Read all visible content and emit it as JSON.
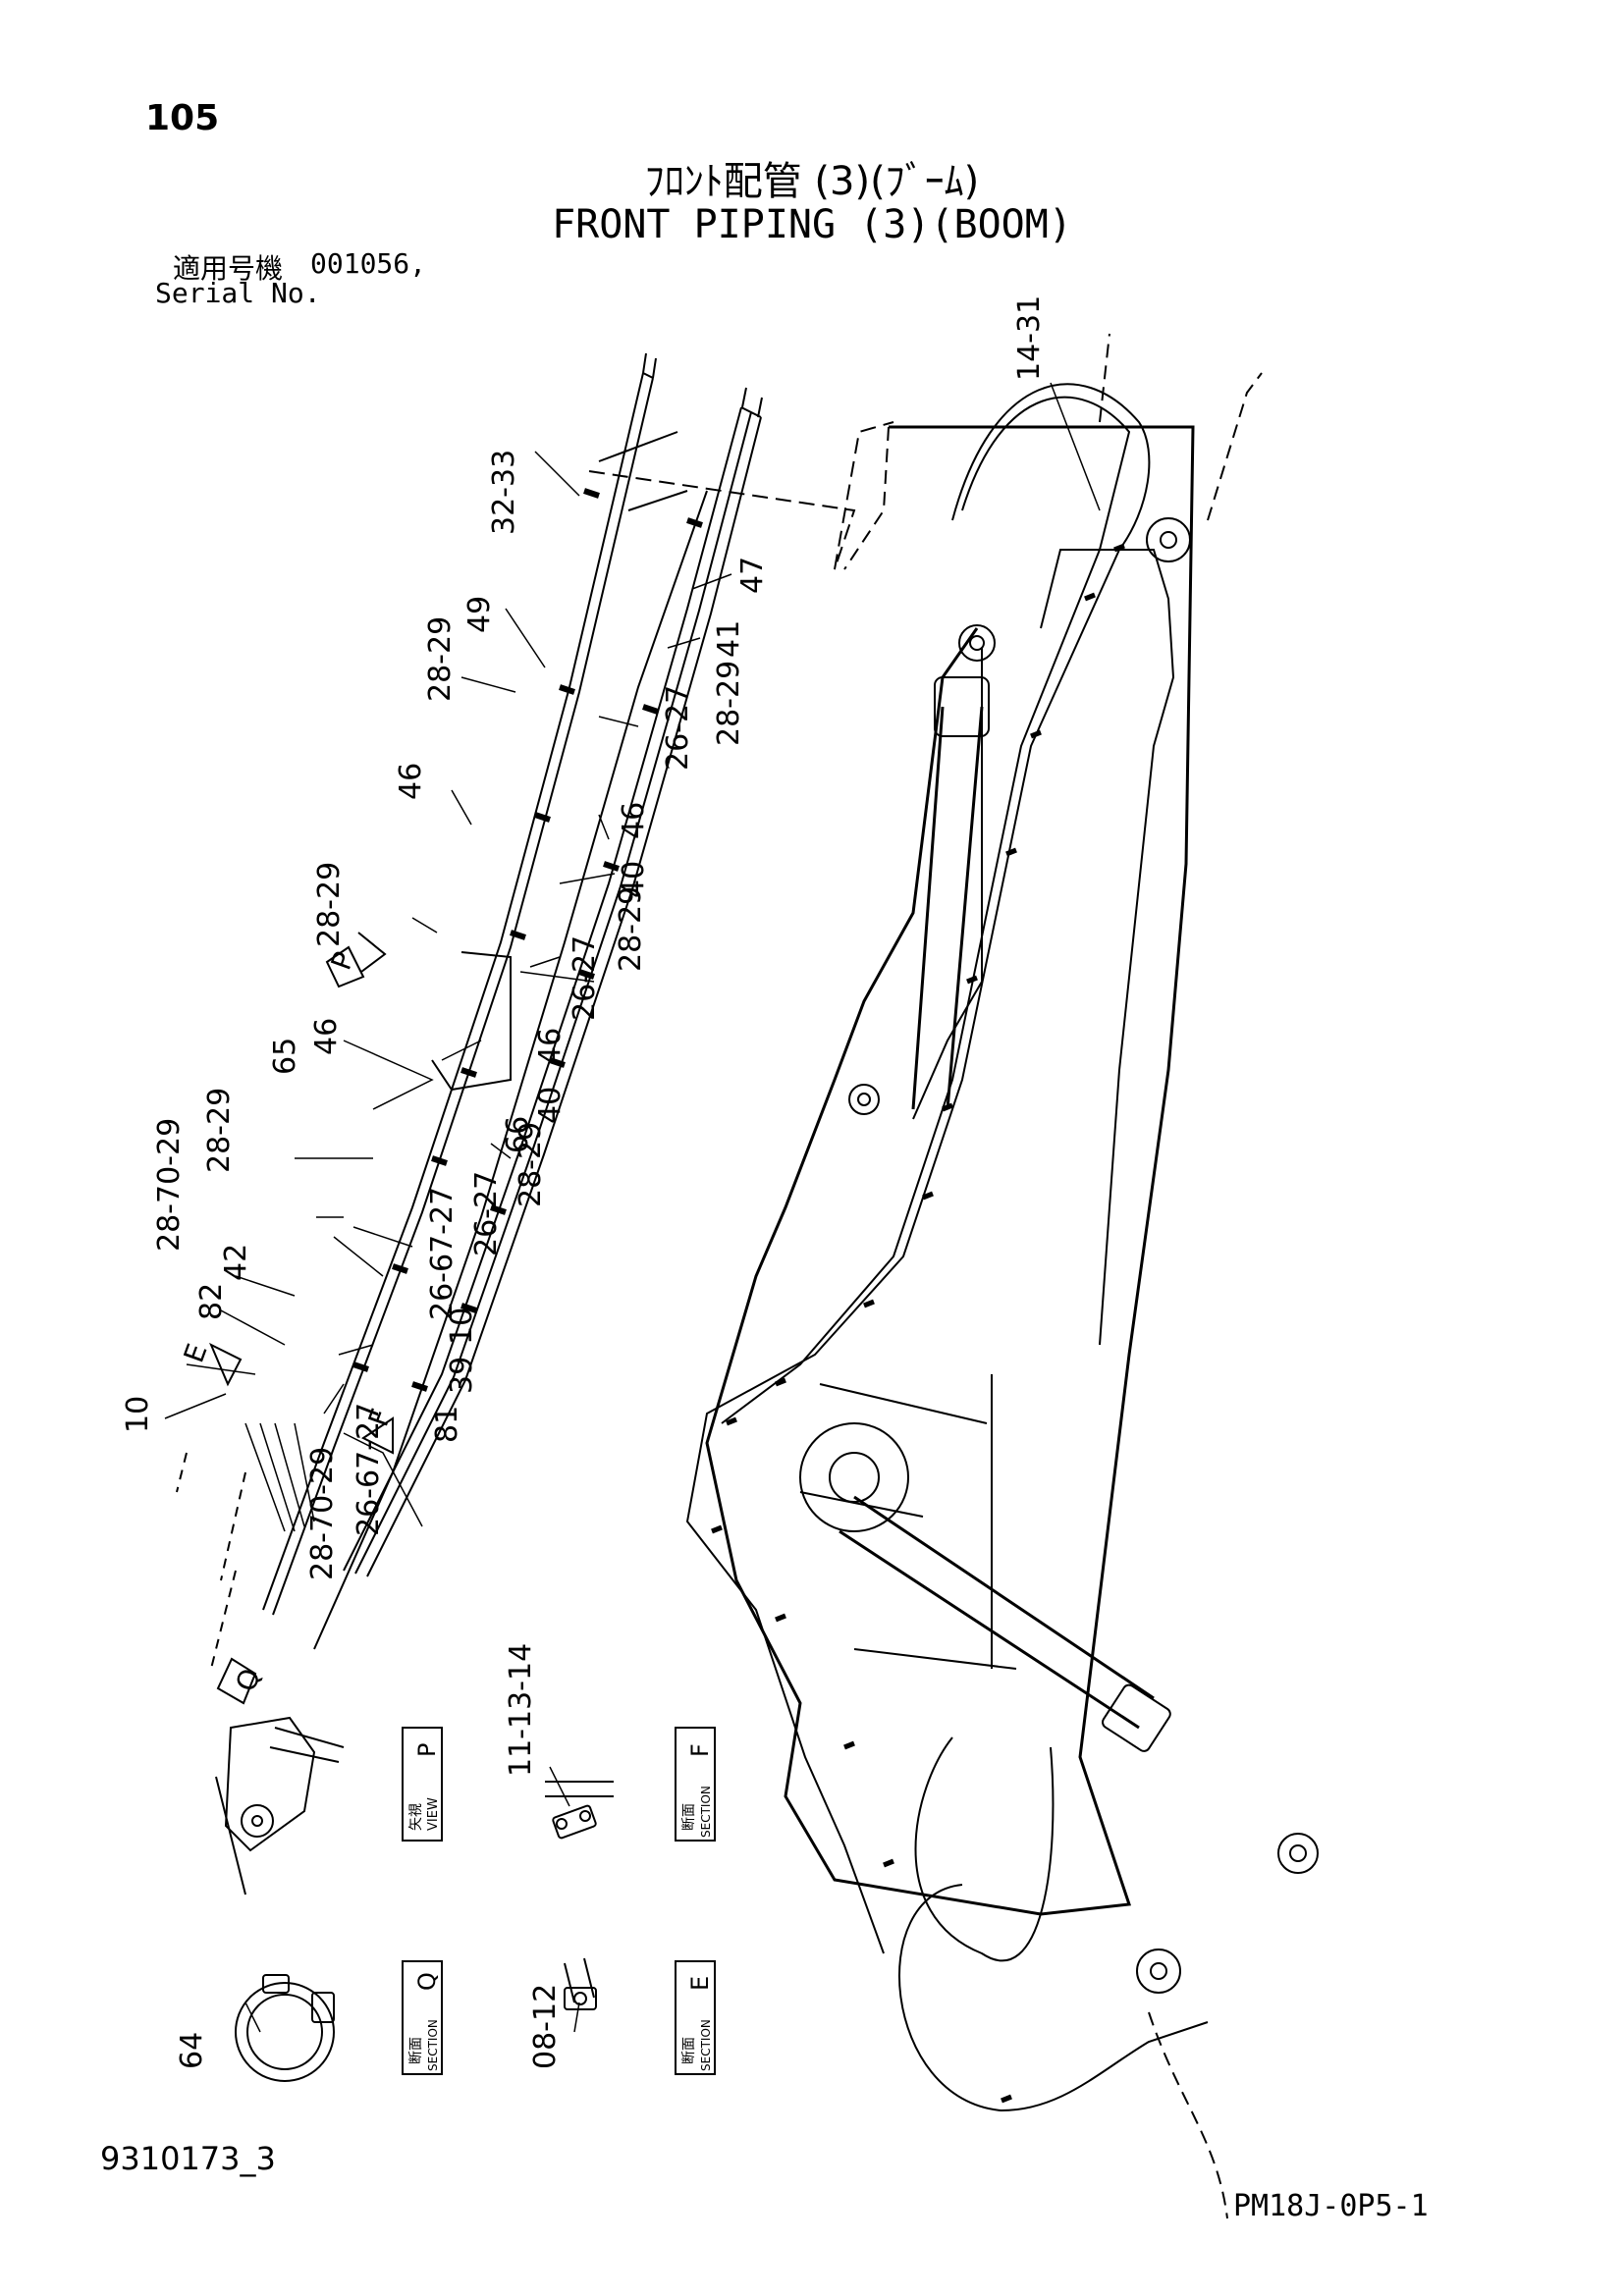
{
  "header": {
    "page_number": "105",
    "title_jp": "ﾌﾛﾝﾄ配管 (3)(ﾌﾞｰﾑ)",
    "title_en": "FRONT PIPING (3)(BOOM)",
    "serial_label_jp": "適用号機",
    "serial_value": "001056,",
    "serial_label_en": "Serial No."
  },
  "callouts": [
    {
      "id": "c1",
      "text": "14-31"
    },
    {
      "id": "c2",
      "text": "32-33"
    },
    {
      "id": "c3",
      "text": "47"
    },
    {
      "id": "c4",
      "text": "49"
    },
    {
      "id": "c5",
      "text": "41"
    },
    {
      "id": "c6",
      "text": "28-29"
    },
    {
      "id": "c7",
      "text": "28-29"
    },
    {
      "id": "c8",
      "text": "26-27"
    },
    {
      "id": "c9",
      "text": "46"
    },
    {
      "id": "c10",
      "text": "46"
    },
    {
      "id": "c11",
      "text": "40"
    },
    {
      "id": "c12",
      "text": "28-29"
    },
    {
      "id": "c13",
      "text": "28-29"
    },
    {
      "id": "c14",
      "text": "26-27"
    },
    {
      "id": "c15",
      "text": "46"
    },
    {
      "id": "c16",
      "text": "65"
    },
    {
      "id": "c17",
      "text": "46"
    },
    {
      "id": "c18",
      "text": "40"
    },
    {
      "id": "c19",
      "text": "66"
    },
    {
      "id": "c20",
      "text": "28-29"
    },
    {
      "id": "c21",
      "text": "28-70-29"
    },
    {
      "id": "c22",
      "text": "28-29"
    },
    {
      "id": "c23",
      "text": "26-27"
    },
    {
      "id": "c24",
      "text": "42"
    },
    {
      "id": "c25",
      "text": "82"
    },
    {
      "id": "c26",
      "text": "26-67-27"
    },
    {
      "id": "c27",
      "text": "10"
    },
    {
      "id": "c28",
      "text": "39"
    },
    {
      "id": "c29",
      "text": "10"
    },
    {
      "id": "c30",
      "text": "81"
    },
    {
      "id": "c31",
      "text": "26-67-27"
    },
    {
      "id": "c32",
      "text": "28-70-29"
    },
    {
      "id": "c33",
      "text": "11-13-14"
    },
    {
      "id": "c34",
      "text": "64"
    },
    {
      "id": "c35",
      "text": "08-12"
    }
  ],
  "view_markers": [
    {
      "letter": "P"
    },
    {
      "letter": "E"
    },
    {
      "letter": "F"
    },
    {
      "letter": "Q"
    }
  ],
  "detail_labels": [
    {
      "letter": "P",
      "jp": "矢視",
      "en": "VIEW"
    },
    {
      "letter": "F",
      "jp": "断面",
      "en": "SECTION"
    },
    {
      "letter": "Q",
      "jp": "断面",
      "en": "SECTION"
    },
    {
      "letter": "E",
      "jp": "断面",
      "en": "SECTION"
    }
  ],
  "footer": {
    "doc_code": "9310173_3",
    "sheet_code": "PM18J-0P5-1"
  }
}
